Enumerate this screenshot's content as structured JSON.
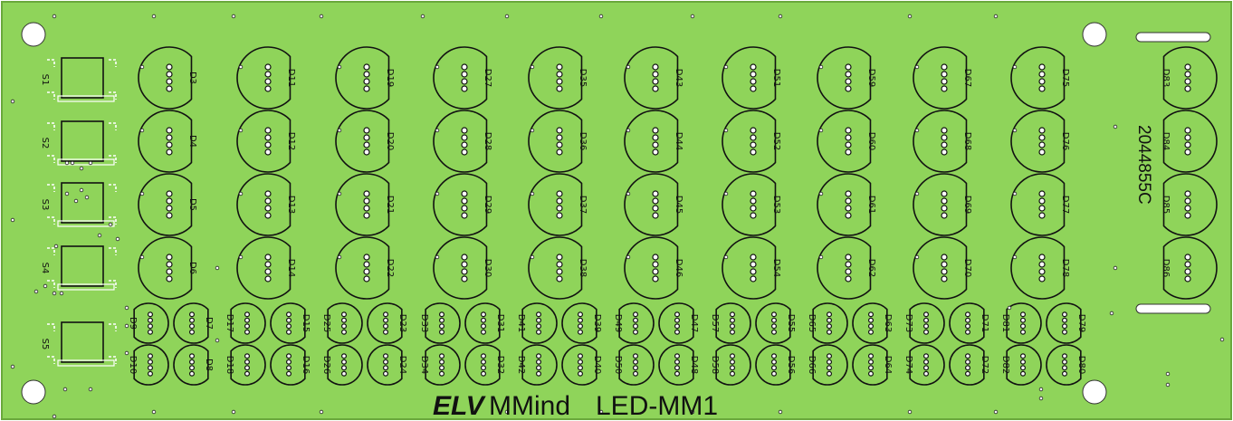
{
  "board": {
    "code": "2044855C",
    "brand": "ELV",
    "product": "MMind",
    "model": "LED-MM1",
    "colors": {
      "substrate": "#8fd45a",
      "edge": "#6aa83c",
      "silkscreen": "#111111",
      "pad": "#ffffff"
    }
  },
  "switches": [
    "S1",
    "S2",
    "S3",
    "S4",
    "S5"
  ],
  "large_leds": [
    [
      "D3",
      "D4",
      "D5",
      "D6"
    ],
    [
      "D11",
      "D12",
      "D13",
      "D14"
    ],
    [
      "D19",
      "D20",
      "D21",
      "D22"
    ],
    [
      "D27",
      "D28",
      "D29",
      "D30"
    ],
    [
      "D35",
      "D36",
      "D37",
      "D38"
    ],
    [
      "D43",
      "D44",
      "D45",
      "D46"
    ],
    [
      "D51",
      "D52",
      "D53",
      "D54"
    ],
    [
      "D59",
      "D60",
      "D61",
      "D62"
    ],
    [
      "D67",
      "D68",
      "D69",
      "D70"
    ],
    [
      "D75",
      "D76",
      "D77",
      "D78"
    ]
  ],
  "right_leds": [
    "D83",
    "D84",
    "D85",
    "D86"
  ],
  "small_leds": [
    {
      "top": [
        "D9",
        "D7"
      ],
      "bottom": [
        "D10",
        "D8"
      ]
    },
    {
      "top": [
        "D17",
        "D15"
      ],
      "bottom": [
        "D18",
        "D16"
      ]
    },
    {
      "top": [
        "D25",
        "D23"
      ],
      "bottom": [
        "D26",
        "D24"
      ]
    },
    {
      "top": [
        "D33",
        "D31"
      ],
      "bottom": [
        "D34",
        "D32"
      ]
    },
    {
      "top": [
        "D41",
        "D39"
      ],
      "bottom": [
        "D42",
        "D40"
      ]
    },
    {
      "top": [
        "D49",
        "D47"
      ],
      "bottom": [
        "D50",
        "D48"
      ]
    },
    {
      "top": [
        "D57",
        "D55"
      ],
      "bottom": [
        "D58",
        "D56"
      ]
    },
    {
      "top": [
        "D65",
        "D63"
      ],
      "bottom": [
        "D66",
        "D64"
      ]
    },
    {
      "top": [
        "D73",
        "D71"
      ],
      "bottom": [
        "D74",
        "D72"
      ]
    },
    {
      "top": [
        "D81",
        "D79"
      ],
      "bottom": [
        "D82",
        "D80"
      ]
    }
  ]
}
